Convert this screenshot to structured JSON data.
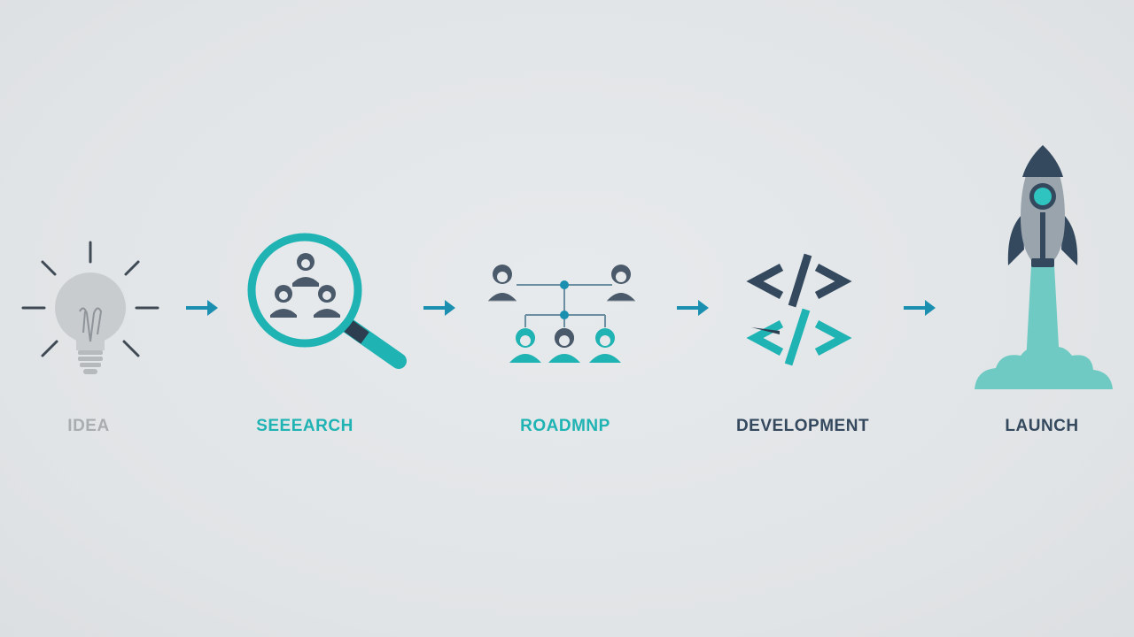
{
  "colors": {
    "background": "#e3e6e8",
    "slate": "#4a5a6a",
    "navy": "#34495e",
    "teal": "#1fb3b3",
    "teal_light": "#6fcac3",
    "blue_arrow": "#1a8fb0",
    "gray": "#a9adb0",
    "bulb_gray": "#c9cccf"
  },
  "steps": [
    {
      "label": "IDEA",
      "icon": "lightbulb-icon",
      "label_color": "#a9adb0"
    },
    {
      "label": "SEEEARCH",
      "icon": "magnifier-people-icon",
      "label_color": "#1fb3b3"
    },
    {
      "label": "ROADMNP",
      "icon": "org-chart-icon",
      "label_color": "#1fb3b3"
    },
    {
      "label": "DEVELOPMENT",
      "icon": "code-brackets-icon",
      "label_color": "#34495e"
    },
    {
      "label": "LAUNCH",
      "icon": "rocket-icon",
      "label_color": "#34495e"
    }
  ],
  "arrows": [
    {
      "icon": "arrow-right-icon"
    },
    {
      "icon": "arrow-right-icon"
    },
    {
      "icon": "arrow-right-icon"
    },
    {
      "icon": "arrow-right-icon"
    }
  ]
}
